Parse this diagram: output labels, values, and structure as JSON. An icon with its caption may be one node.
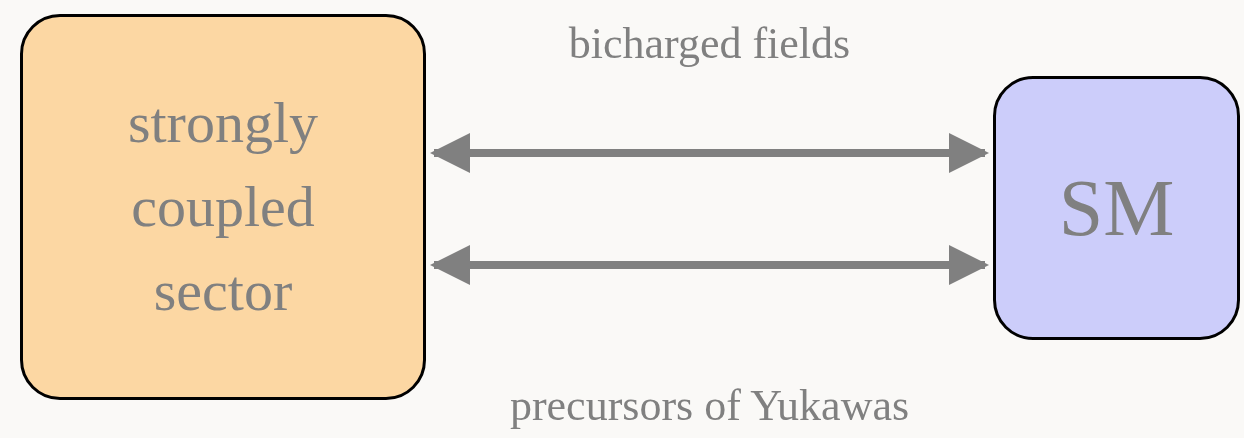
{
  "diagram": {
    "nodes": [
      {
        "text": [
          "strongly coupled sector"
        ]
      },
      {
        "text": [
          "SM"
        ]
      }
    ],
    "edges": [
      {
        "from": 0,
        "to": 1,
        "arrow": "both",
        "label": "bicharged fields"
      },
      {
        "from": 0,
        "to": 1,
        "arrow": "both",
        "label": "precursors of Yukawas"
      }
    ]
  }
}
